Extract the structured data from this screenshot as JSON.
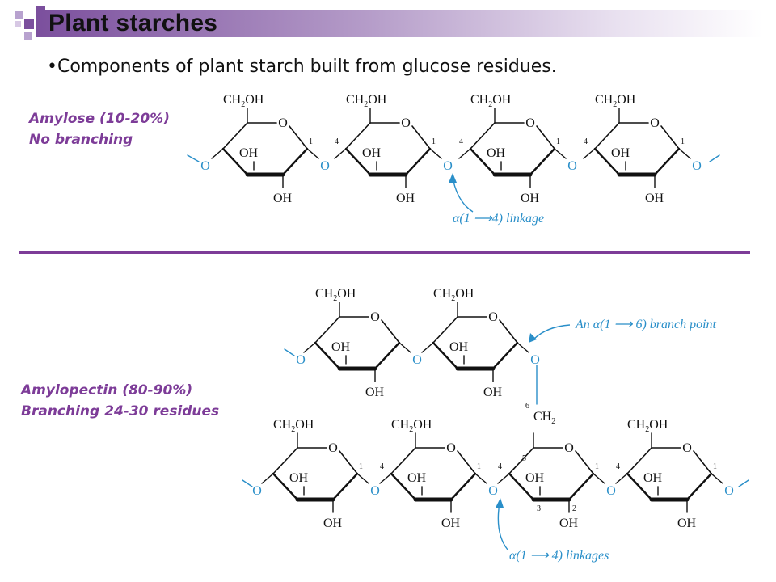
{
  "slide": {
    "title": "Plant starches",
    "bullet": "Components of plant starch built from glucose residues."
  },
  "amylose": {
    "name": "Amylose (10-20%)",
    "note": "No branching",
    "linkage_label": "α(1 ⟶4) linkage"
  },
  "amylopectin": {
    "name": "Amylopectin (80-90%)",
    "note": "Branching 24-30 residues",
    "branch_label": "An α(1 ⟶ 6) branch point",
    "linkages_label": "α(1 ⟶ 4) linkages",
    "ch2_label": "CH",
    "ch2_sub": "2"
  },
  "chem": {
    "ch2oh": "CH",
    "ch2oh_sub": "2",
    "ch2oh_tail": "OH",
    "oh": "OH",
    "ring_o": "O",
    "glyco_o": "O",
    "pos1": "1",
    "pos2": "2",
    "pos3": "3",
    "pos4": "4",
    "pos5": "5",
    "pos6": "6"
  },
  "colors": {
    "accent": "#7d3c98",
    "linkage": "#2a8fc9",
    "bond": "#111111"
  },
  "icons": [
    "decorative-squares"
  ]
}
